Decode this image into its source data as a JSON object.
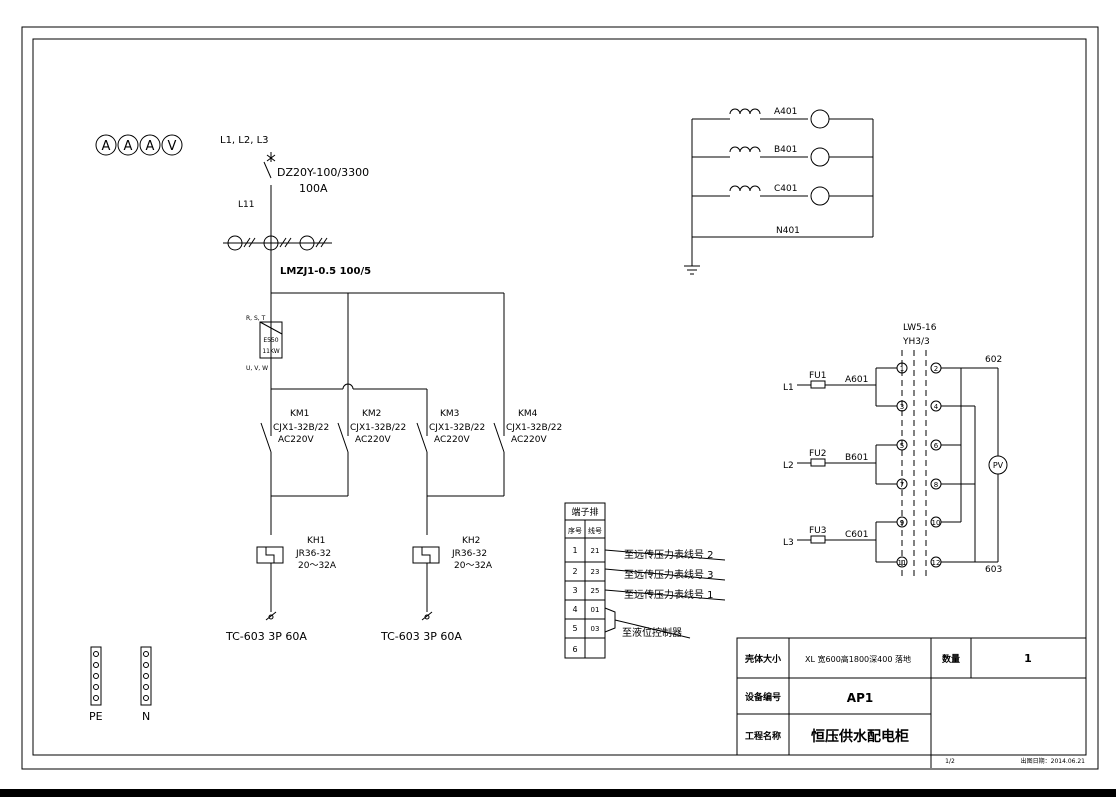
{
  "meters_icons": [
    "A",
    "A",
    "A",
    "V"
  ],
  "main": {
    "phase_label": "L1, L2, L3",
    "breaker_model": "DZ20Y-100/3300",
    "breaker_rating": "100A",
    "ct_label": "L11",
    "ct_model": "LMZJ1-0.5  100/5",
    "inverter_top": "R, S, T",
    "inverter_line1": "E550",
    "inverter_line2": "11KW",
    "inverter_bottom": "U, V, W"
  },
  "contactors": [
    {
      "name": "KM1",
      "model": "CJX1-32B/22",
      "voltage": "AC220V"
    },
    {
      "name": "KM2",
      "model": "CJX1-32B/22",
      "voltage": "AC220V"
    },
    {
      "name": "KM3",
      "model": "CJX1-32B/22",
      "voltage": "AC220V"
    },
    {
      "name": "KM4",
      "model": "CJX1-32B/22",
      "voltage": "AC220V"
    }
  ],
  "relays": [
    {
      "name": "KH1",
      "model": "JR36-32",
      "range": "20～32A"
    },
    {
      "name": "KH2",
      "model": "JR36-32",
      "range": "20～32A"
    }
  ],
  "outputs": [
    "TC-603  3P  60A",
    "TC-603  3P  60A"
  ],
  "ammeter_circuit": {
    "labels": [
      "A401",
      "B401",
      "C401",
      "N401"
    ]
  },
  "switch_circuit": {
    "switch_model": "LW5-16",
    "switch_type": "YH3/3",
    "phases": [
      "L1",
      "L2",
      "L3"
    ],
    "fuses": [
      "FU1",
      "FU2",
      "FU3"
    ],
    "wires": [
      "A601",
      "B601",
      "C601"
    ],
    "top_wire": "602",
    "bottom_wire": "603",
    "meter": "PV",
    "contacts_left": [
      "1",
      "3",
      "5",
      "7",
      "9",
      "11"
    ],
    "contacts_right": [
      "2",
      "4",
      "6",
      "8",
      "10",
      "12"
    ]
  },
  "terminal": {
    "title": "端子排",
    "col1": "序号",
    "col2": "线号",
    "rows": [
      {
        "no": "1",
        "wire": "21"
      },
      {
        "no": "2",
        "wire": "23"
      },
      {
        "no": "3",
        "wire": "25"
      },
      {
        "no": "4",
        "wire": "01"
      },
      {
        "no": "5",
        "wire": "03"
      },
      {
        "no": "6",
        "wire": ""
      }
    ],
    "notes": [
      "至远传压力表线号 2",
      "至远传压力表线号 3",
      "至远传压力表线号 1",
      "至液位控制器"
    ]
  },
  "bars": {
    "pe": "PE",
    "n": "N"
  },
  "title_block": {
    "size_label": "壳体大小",
    "size_value": "XL  宽600高1800深400  落地",
    "qty_label": "数量",
    "qty_value": "1",
    "device_label": "设备编号",
    "device_value": "AP1",
    "project_label": "工程名称",
    "project_value": "恒压供水配电柜",
    "page": "1/2",
    "date": "出图日期：2014.06.21"
  }
}
